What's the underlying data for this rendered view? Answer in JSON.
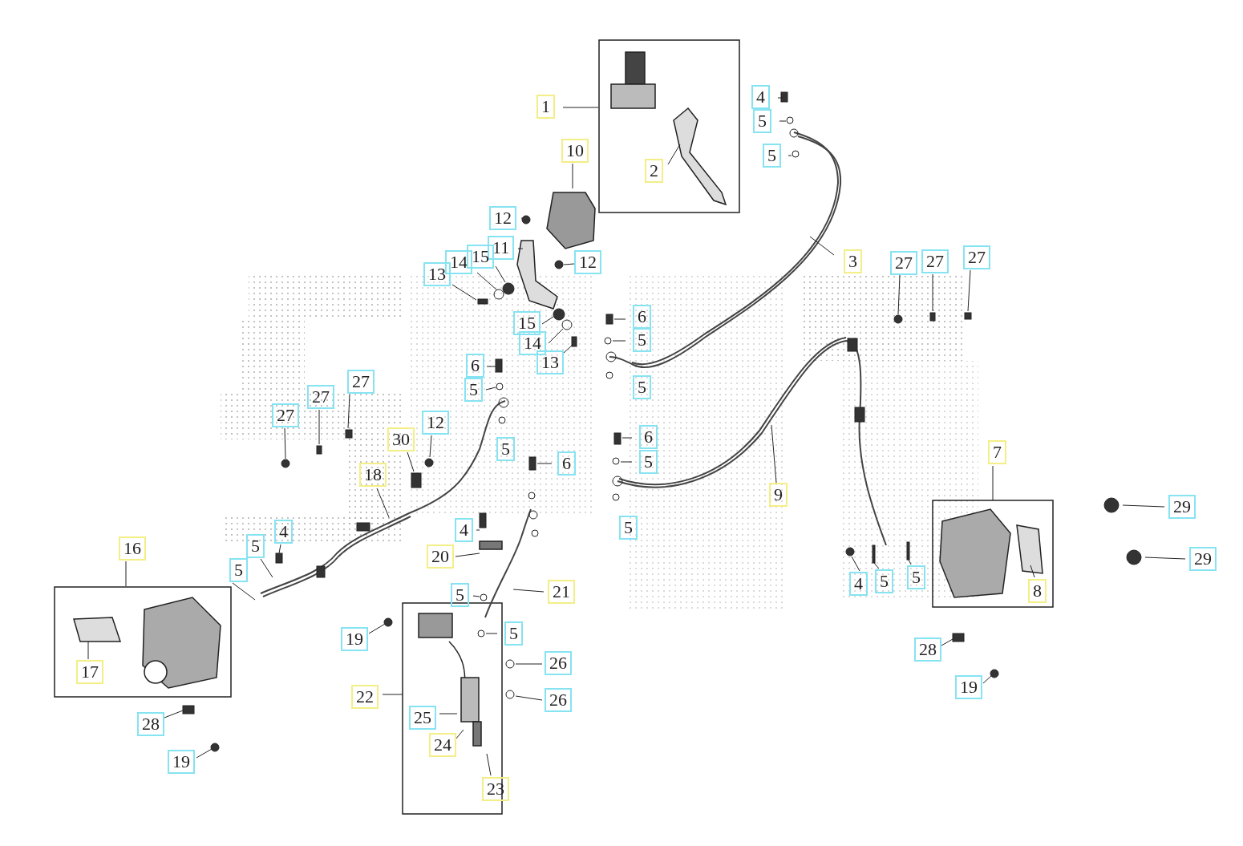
{
  "diagram": {
    "labels": [
      "1",
      "10",
      "2",
      "4",
      "5",
      "5",
      "12",
      "11",
      "12",
      "3",
      "27",
      "27",
      "27",
      "13",
      "14",
      "15",
      "15",
      "14",
      "13",
      "6",
      "5",
      "5",
      "6",
      "5",
      "27",
      "27",
      "27",
      "12",
      "30",
      "5",
      "6",
      "5",
      "6",
      "18",
      "9",
      "7",
      "29",
      "29",
      "16",
      "4",
      "5",
      "5",
      "4",
      "20",
      "5",
      "4",
      "5",
      "5",
      "8",
      "21",
      "5",
      "5",
      "19",
      "17",
      "26",
      "26",
      "22",
      "25",
      "24",
      "23",
      "28",
      "19",
      "28",
      "19"
    ]
  }
}
